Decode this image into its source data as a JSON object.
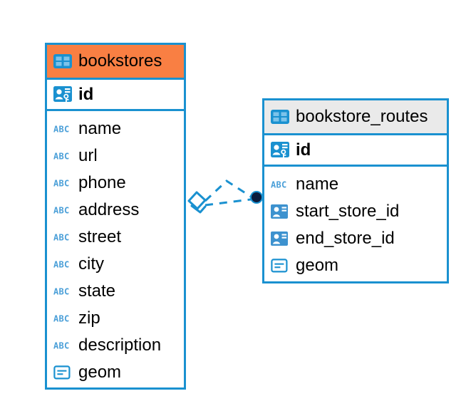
{
  "diagram": {
    "type": "entity-relationship-diagram",
    "background": "#ffffff",
    "accent_color": "#1a91d0",
    "selected_color": "#f97f43",
    "header_color": "#eaeaea"
  },
  "entities": [
    {
      "name": "bookstores",
      "selected": true,
      "header_icon": "table-icon",
      "primary_key": {
        "label": "id",
        "icon": "primary-key-icon"
      },
      "fields": [
        {
          "label": "name",
          "icon": "text-type-icon"
        },
        {
          "label": "url",
          "icon": "text-type-icon"
        },
        {
          "label": "phone",
          "icon": "text-type-icon"
        },
        {
          "label": "address",
          "icon": "text-type-icon"
        },
        {
          "label": "street",
          "icon": "text-type-icon"
        },
        {
          "label": "city",
          "icon": "text-type-icon"
        },
        {
          "label": "state",
          "icon": "text-type-icon"
        },
        {
          "label": "zip",
          "icon": "text-type-icon"
        },
        {
          "label": "description",
          "icon": "text-type-icon"
        },
        {
          "label": "geom",
          "icon": "geometry-type-icon"
        }
      ]
    },
    {
      "name": "bookstore_routes",
      "selected": false,
      "header_icon": "table-icon",
      "primary_key": {
        "label": "id",
        "icon": "primary-key-icon"
      },
      "fields": [
        {
          "label": "name",
          "icon": "text-type-icon"
        },
        {
          "label": "start_store_id",
          "icon": "foreign-key-icon"
        },
        {
          "label": "end_store_id",
          "icon": "foreign-key-icon"
        },
        {
          "label": "geom",
          "icon": "geometry-type-icon"
        }
      ]
    }
  ],
  "relationship": {
    "style": "dashed",
    "source_marker": "rhombus",
    "target_marker": "filled-circle",
    "color": "#1a91d0",
    "target_marker_color": "#0b1c3d"
  }
}
